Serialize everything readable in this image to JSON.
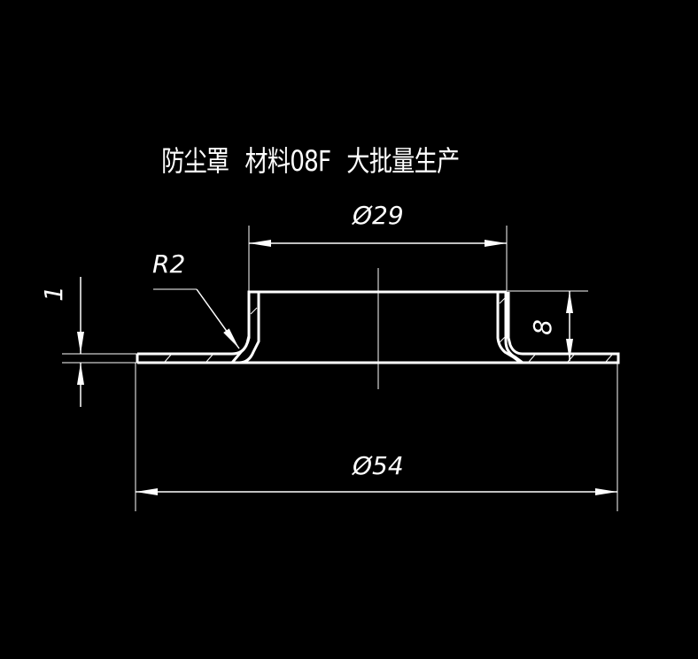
{
  "drawing": {
    "background_color": "#000000",
    "line_color": "#ffffff",
    "title": {
      "part_name": "防尘罩",
      "material": "材料08F",
      "production": "大批量生产"
    },
    "dimensions": {
      "top_diameter": "Ø29",
      "bottom_diameter": "Ø54",
      "fillet_radius": "R2",
      "thickness": "1",
      "height": "8"
    }
  }
}
